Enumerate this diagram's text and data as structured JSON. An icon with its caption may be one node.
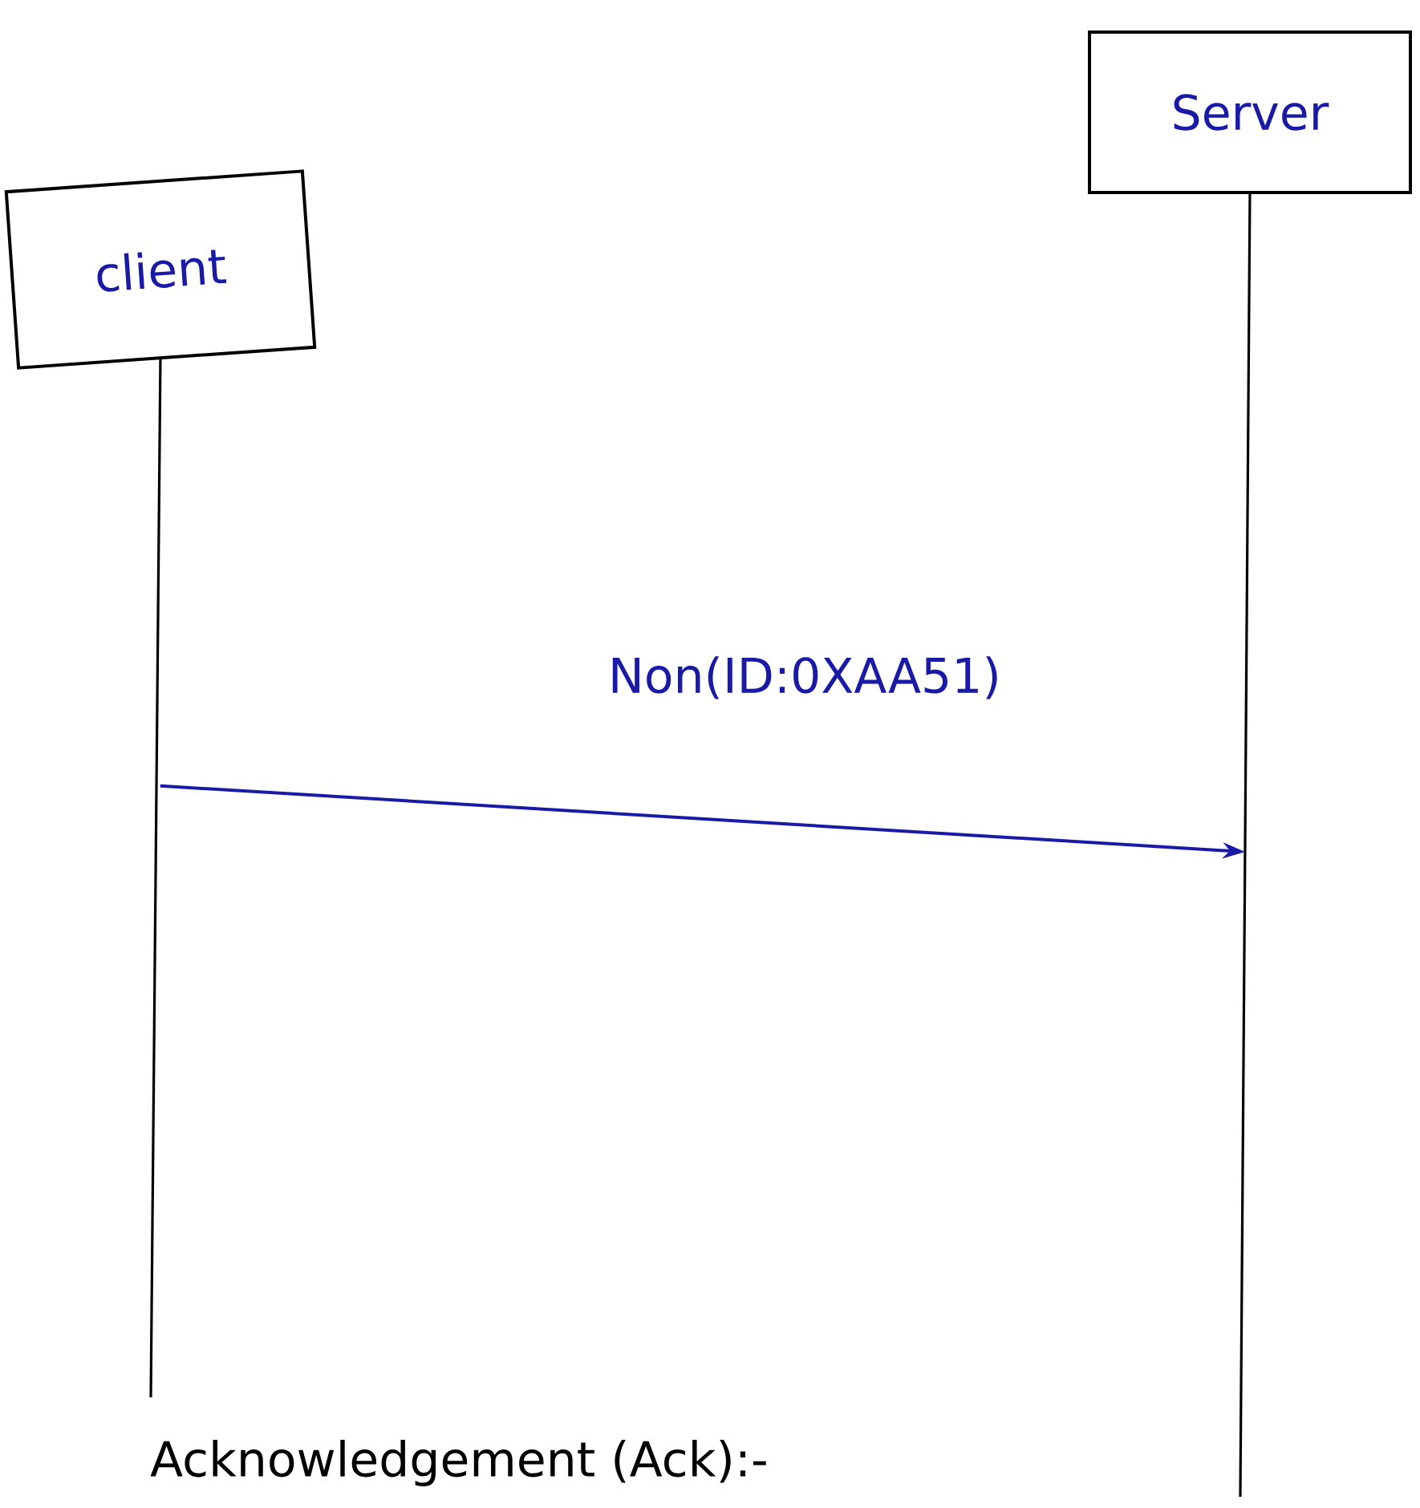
{
  "diagram": {
    "nodes": [
      {
        "text": [
          "client"
        ]
      },
      {
        "text": [
          "Server"
        ]
      }
    ],
    "edges": [
      {
        "from": 0,
        "to": 1,
        "arrow": "to",
        "label": "Non(ID:0XAA51)",
        "color": "#1a1aa8"
      }
    ],
    "labels": [
      "Acknowledgement (Ack):-"
    ]
  }
}
